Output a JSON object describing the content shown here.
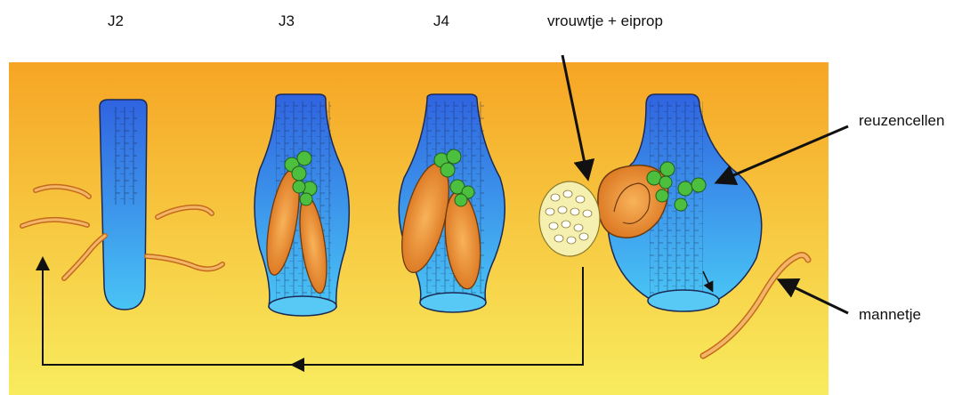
{
  "stages": [
    {
      "label": "J2"
    },
    {
      "label": "J3"
    },
    {
      "label": "J4"
    },
    {
      "label": "vrouwtje + eiprop"
    }
  ],
  "annotations": {
    "giant_cells": "reuzencellen",
    "male": "mannetje"
  },
  "colors": {
    "background_top": "#f6a524",
    "background_bottom": "#f8ec5e",
    "root_top": "#2f63e0",
    "root_bottom": "#49c4f5",
    "nematode": "#e58a2a",
    "giant_cell": "#4cbf3e",
    "egg_mass": "#f5efb0"
  },
  "icons": [
    "arrow-icon",
    "cycle-arrow-icon"
  ]
}
